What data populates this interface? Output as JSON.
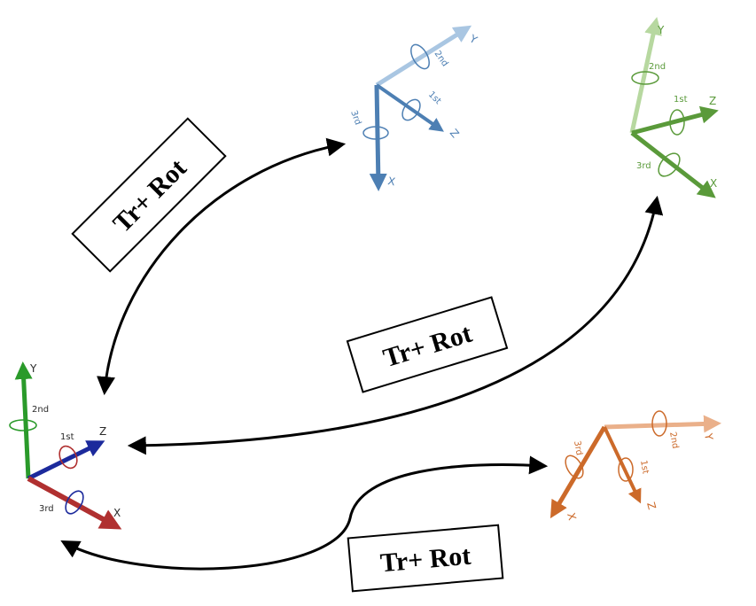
{
  "colors": {
    "frame_base_x": "#b03030",
    "frame_base_y": "#2a9a2a",
    "frame_base_z": "#1c2a9c",
    "frame_blue": "#4d7fb3",
    "frame_blue_light": "#a9c6e2",
    "frame_green": "#5a9a3a",
    "frame_green_light": "#b7d8a0",
    "frame_orange": "#cc6a2a",
    "frame_orange_light": "#eab08a",
    "arrow": "#000000"
  },
  "frames": {
    "base": {
      "x": "X",
      "y": "Y",
      "z": "Z",
      "first": "1st",
      "second": "2nd",
      "third": "3rd"
    },
    "blue": {
      "x": "X",
      "y": "Y",
      "z": "Z",
      "first": "1st",
      "second": "2nd",
      "third": "3rd"
    },
    "green": {
      "x": "X",
      "y": "Y",
      "z": "Z",
      "first": "1st",
      "second": "2nd",
      "third": "3rd"
    },
    "orange": {
      "x": "X",
      "y": "Y",
      "z": "Z",
      "first": "1st",
      "second": "2nd",
      "third": "3rd"
    }
  },
  "transforms": [
    {
      "label": "Tr+ Rot"
    },
    {
      "label": "Tr+ Rot"
    },
    {
      "label": "Tr+ Rot"
    }
  ]
}
